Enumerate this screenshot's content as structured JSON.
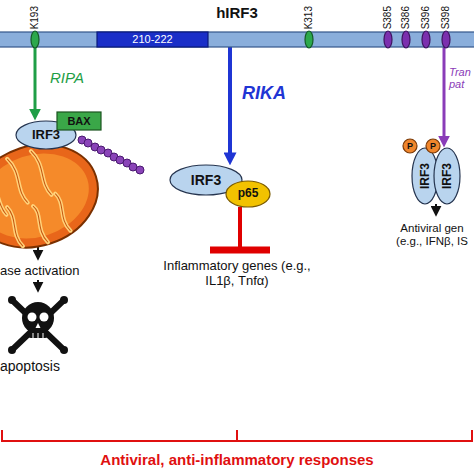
{
  "diagram": {
    "nodes": [
      {
        "text": [
          "hIRF3"
        ]
      },
      {
        "text": [
          "210-222"
        ],
        "in": 0
      },
      {
        "text": [
          "K193"
        ],
        "in": 0
      },
      {
        "text": [
          "K313"
        ],
        "in": 0
      },
      {
        "text": [
          "S385"
        ],
        "in": 0
      },
      {
        "text": [
          "S386"
        ],
        "in": 0
      },
      {
        "text": [
          "S396"
        ],
        "in": 0
      },
      {
        "text": [
          "S398"
        ],
        "in": 0
      },
      {
        "text": [
          "IRF3"
        ]
      },
      {
        "text": [
          "BAX"
        ]
      },
      {
        "text": [
          "IRF3"
        ]
      },
      {
        "text": [
          "p65"
        ]
      },
      {
        "text": [
          "IRF3"
        ]
      },
      {
        "text": [
          "IRF3"
        ]
      },
      {
        "text": [
          "P"
        ]
      },
      {
        "text": [
          "P"
        ]
      },
      {
        "text": [
          "ase activation"
        ]
      },
      {
        "text": [
          "apoptosis"
        ]
      },
      {
        "text": [
          "Inflammatory genes (e.g., IL1β, Tnfα)"
        ]
      },
      {
        "text": [
          "Antiviral gen (e.g., IFNβ, IS"
        ]
      }
    ],
    "edges": [
      {
        "from": 2,
        "to": 8,
        "arrow": "to",
        "label": "RIPA"
      },
      {
        "from": 0,
        "to": 10,
        "arrow": "to",
        "label": "RIKA"
      },
      {
        "from": 0,
        "to": 13,
        "arrow": "to",
        "label": "Tran pat"
      },
      {
        "from": 8,
        "to": 16,
        "arrow": "to"
      },
      {
        "from": 16,
        "to": 17,
        "arrow": "to"
      },
      {
        "from": 11,
        "to": 18,
        "arrow": "none"
      },
      {
        "from": 12,
        "to": 19,
        "arrow": "to"
      }
    ],
    "labels": [
      "Antiviral, anti-inflammatory responses"
    ]
  }
}
